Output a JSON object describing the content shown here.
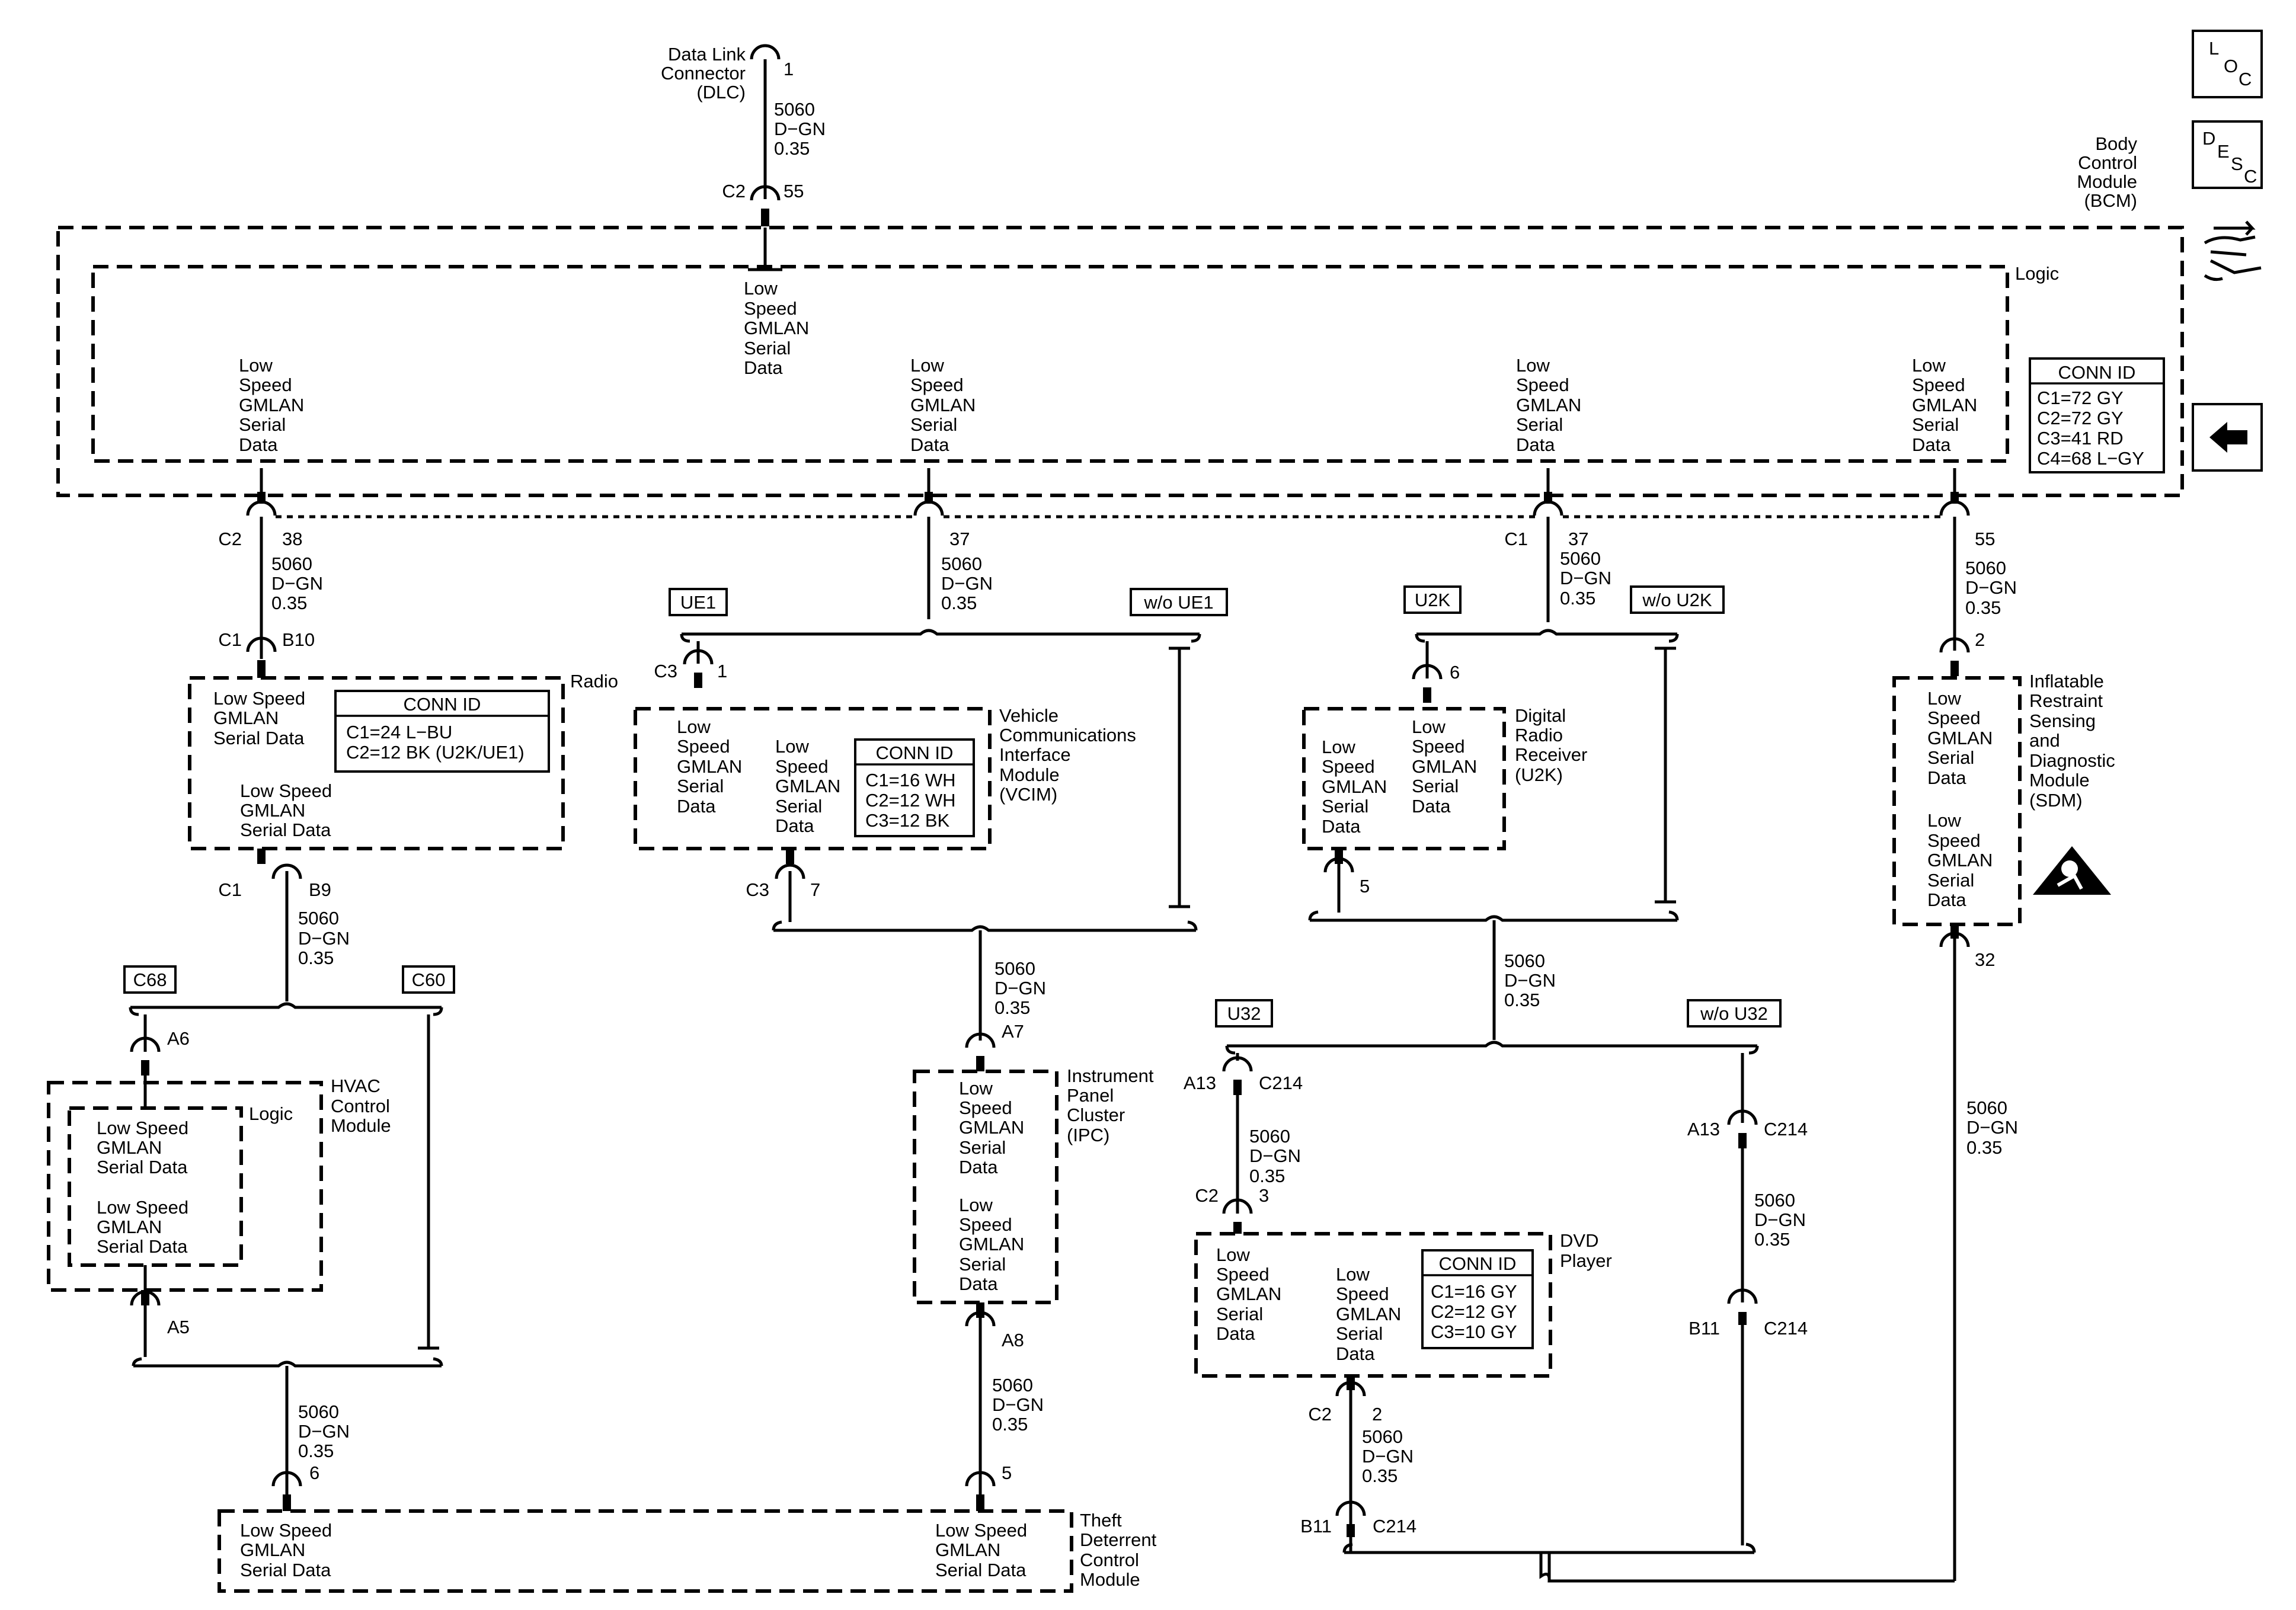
{
  "wire": {
    "circuit": "5060",
    "color": "D−GN",
    "gauge": "0.35"
  },
  "signal": {
    "line1": "Low",
    "line2": "Speed",
    "line3": "GMLAN",
    "line4": "Serial",
    "line5": "Data",
    "short1": "Low Speed",
    "short2": "GMLAN",
    "short3": "Serial Data"
  },
  "icons": {
    "loc": [
      "L",
      "O",
      "C"
    ],
    "desc": [
      "D",
      "E",
      "S",
      "C"
    ]
  },
  "dlc": {
    "name": [
      "Data Link",
      "Connector",
      "(DLC)"
    ],
    "pin": "1"
  },
  "bcm": {
    "name": [
      "Body",
      "Control",
      "Module",
      "(BCM)"
    ],
    "logic_label": "Logic",
    "c2_connector": "C2",
    "c2_pin": "55",
    "radio_connector": "C2",
    "radio_pin": "38",
    "vcim_pin": "37",
    "u2k_connector": "C1",
    "u2k_pin": "37",
    "sdm_pin": "55",
    "conn_id": {
      "title": "CONN ID",
      "rows": [
        "C1=72 GY",
        "C2=72 GY",
        "C3=41 RD",
        "C4=68 L−GY"
      ]
    }
  },
  "radio": {
    "name": "Radio",
    "top_connector": "C1",
    "top_pin": "B10",
    "bottom_connector": "C1",
    "bottom_pin": "B9",
    "conn_id": {
      "title": "CONN ID",
      "rows": [
        "C1=24 L−BU",
        "C2=12 BK (U2K/UE1)"
      ]
    }
  },
  "vcim": {
    "name": [
      "Vehicle",
      "Communications",
      "Interface",
      "Module",
      "(VCIM)"
    ],
    "top_connector": "C3",
    "top_pin": "1",
    "bottom_connector": "C3",
    "bottom_pin": "7",
    "conn_id": {
      "title": "CONN ID",
      "rows": [
        "C1=16 WH",
        "C2=12 WH",
        "C3=12 BK"
      ]
    }
  },
  "options": {
    "ue1": "UE1",
    "wo_ue1": "w/o UE1",
    "u2k": "U2K",
    "wo_u2k": "w/o U2K",
    "c68": "C68",
    "c60": "C60",
    "u32": "U32",
    "wo_u32": "w/o U32"
  },
  "u2k": {
    "name": [
      "Digital",
      "Radio",
      "Receiver",
      "(U2K)"
    ],
    "top_pin": "6",
    "bottom_pin": "5"
  },
  "sdm": {
    "name": [
      "Inflatable",
      "Restraint",
      "Sensing",
      "and",
      "Diagnostic",
      "Module",
      "(SDM)"
    ],
    "top_pin": "2",
    "bottom_pin": "32"
  },
  "hvac": {
    "name": [
      "HVAC",
      "Control",
      "Module"
    ],
    "logic_label": "Logic",
    "top_pin": "A6",
    "bottom_pin": "A5"
  },
  "ipc": {
    "name": [
      "Instrument",
      "Panel",
      "Cluster",
      "(IPC)"
    ],
    "top_pin": "A7",
    "bottom_pin": "A8"
  },
  "dvd": {
    "name": [
      "DVD",
      "Player"
    ],
    "top_connector": "C2",
    "top_pin": "3",
    "bottom_connector": "C2",
    "bottom_pin": "2",
    "conn_id": {
      "title": "CONN ID",
      "rows": [
        "C1=16 GY",
        "C2=12 GY",
        "C3=10 GY"
      ]
    }
  },
  "inline": {
    "a13": "A13",
    "b11": "B11",
    "c214": "C214"
  },
  "tdcm": {
    "name": [
      "Theft",
      "Deterrent",
      "Control",
      "Module"
    ],
    "pin_left": "6",
    "pin_right": "5"
  }
}
